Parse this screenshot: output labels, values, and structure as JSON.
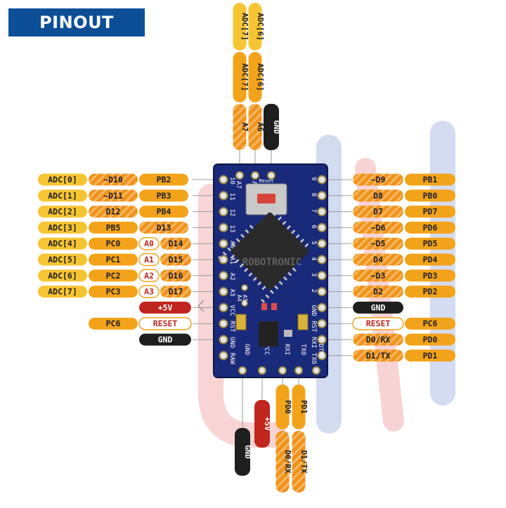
{
  "title": "PINOUT",
  "colors": {
    "orange": "#f3a31a",
    "yellow": "#f7c533",
    "black": "#1e1e1e",
    "red": "#c0251e",
    "board": "#1a2a7a",
    "white": "#ffffff"
  },
  "left_rows": [
    {
      "cells": [
        {
          "t": "ADC[0]",
          "s": "yellow"
        },
        {
          "t": "~D10",
          "s": "hatch"
        },
        {
          "t": "PB2",
          "s": "orange"
        }
      ]
    },
    {
      "cells": [
        {
          "t": "ADC[1]",
          "s": "yellow"
        },
        {
          "t": "~D11",
          "s": "hatch"
        },
        {
          "t": "PB3",
          "s": "orange"
        }
      ]
    },
    {
      "cells": [
        {
          "t": "ADC[2]",
          "s": "yellow"
        },
        {
          "t": "D12",
          "s": "hatch"
        },
        {
          "t": "PB4",
          "s": "orange"
        }
      ]
    },
    {
      "cells": [
        {
          "t": "ADC[3]",
          "s": "yellow"
        },
        {
          "t": "PB5",
          "s": "orange"
        },
        {
          "t": "D13",
          "s": "hatch"
        }
      ]
    },
    {
      "cells": [
        {
          "t": "ADC[4]",
          "s": "yellow"
        },
        {
          "t": "PC0",
          "s": "orange"
        },
        {
          "t": "A0",
          "s": "white"
        },
        {
          "t": "D14",
          "s": "hatch"
        }
      ]
    },
    {
      "cells": [
        {
          "t": "ADC[5]",
          "s": "yellow"
        },
        {
          "t": "PC1",
          "s": "orange"
        },
        {
          "t": "A1",
          "s": "white"
        },
        {
          "t": "D15",
          "s": "hatch"
        }
      ]
    },
    {
      "cells": [
        {
          "t": "ADC[6]",
          "s": "yellow"
        },
        {
          "t": "PC2",
          "s": "orange"
        },
        {
          "t": "A2",
          "s": "white"
        },
        {
          "t": "D16",
          "s": "hatch"
        }
      ]
    },
    {
      "cells": [
        {
          "t": "ADC[7]",
          "s": "yellow"
        },
        {
          "t": "PC3",
          "s": "orange"
        },
        {
          "t": "A3",
          "s": "white"
        },
        {
          "t": "D17",
          "s": "hatch"
        }
      ]
    },
    {
      "cells": [
        {
          "t": "+5V",
          "s": "red"
        }
      ]
    },
    {
      "cells": [
        {
          "t": "PC6",
          "s": "orange"
        },
        {
          "t": "RESET",
          "s": "white"
        }
      ]
    },
    {
      "cells": [
        {
          "t": "GND",
          "s": "black"
        }
      ]
    }
  ],
  "right_rows": [
    {
      "cells": [
        {
          "t": "~D9",
          "s": "hatch"
        },
        {
          "t": "PB1",
          "s": "orange"
        }
      ]
    },
    {
      "cells": [
        {
          "t": "D8",
          "s": "hatch"
        },
        {
          "t": "PB0",
          "s": "orange"
        }
      ]
    },
    {
      "cells": [
        {
          "t": "D7",
          "s": "hatch"
        },
        {
          "t": "PD7",
          "s": "orange"
        }
      ]
    },
    {
      "cells": [
        {
          "t": "~D6",
          "s": "hatch"
        },
        {
          "t": "PD6",
          "s": "orange"
        }
      ]
    },
    {
      "cells": [
        {
          "t": "~D5",
          "s": "hatch"
        },
        {
          "t": "PD5",
          "s": "orange"
        }
      ]
    },
    {
      "cells": [
        {
          "t": "D4",
          "s": "hatch"
        },
        {
          "t": "PD4",
          "s": "orange"
        }
      ]
    },
    {
      "cells": [
        {
          "t": "~D3",
          "s": "hatch"
        },
        {
          "t": "PD3",
          "s": "orange"
        }
      ]
    },
    {
      "cells": [
        {
          "t": "D2",
          "s": "hatch"
        },
        {
          "t": "PD2",
          "s": "orange"
        }
      ]
    },
    {
      "cells": [
        {
          "t": "GND",
          "s": "black"
        }
      ]
    },
    {
      "cells": [
        {
          "t": "RESET",
          "s": "white"
        },
        {
          "t": "PC6",
          "s": "orange"
        }
      ]
    },
    {
      "cells": [
        {
          "t": "D0/RX",
          "s": "hatch"
        },
        {
          "t": "PD0",
          "s": "orange"
        }
      ]
    },
    {
      "cells": [
        {
          "t": "D1/TX",
          "s": "hatch"
        },
        {
          "t": "PD1",
          "s": "orange"
        }
      ]
    }
  ],
  "top_columns": [
    {
      "cells": [
        {
          "t": "ADC[7]",
          "s": "yellow"
        },
        {
          "t": "ADC[7]",
          "s": "orange"
        },
        {
          "t": "A7",
          "s": "hatch"
        }
      ]
    },
    {
      "cells": [
        {
          "t": "ADC[6]",
          "s": "yellow"
        },
        {
          "t": "ADC[6]",
          "s": "orange"
        },
        {
          "t": "A6",
          "s": "hatch"
        }
      ]
    },
    {
      "cells": [
        {
          "t": "GND",
          "s": "black"
        }
      ]
    }
  ],
  "bottom_columns": [
    {
      "cells": [
        {
          "t": "GND",
          "s": "black"
        }
      ]
    },
    {
      "cells": [
        {
          "t": "+5V",
          "s": "red"
        }
      ]
    },
    {
      "cells": [
        {
          "t": "PD0",
          "s": "orange"
        },
        {
          "t": "D0/RX",
          "s": "hatch"
        }
      ]
    },
    {
      "cells": [
        {
          "t": "PD1",
          "s": "orange"
        },
        {
          "t": "D1/TX",
          "s": "hatch"
        }
      ]
    }
  ],
  "board": {
    "left_silk": [
      "10",
      "11",
      "12",
      "13",
      "A0",
      "A1",
      "A2",
      "A3",
      "VCC",
      "RST",
      "GND",
      "RAW"
    ],
    "right_silk": [
      "9",
      "8",
      "7",
      "6",
      "5",
      "4",
      "3",
      "2",
      "GND",
      "RST",
      "RXI",
      "TXO"
    ],
    "top_silk": [
      "A7",
      "A6"
    ],
    "bottom_silk": [
      "GND",
      "VCC",
      "RXI",
      "TXO",
      "DTR"
    ],
    "inner_silk": [
      "A4",
      "A5"
    ],
    "reset_label": "Reset",
    "watermark": "ROBOTRONIC"
  }
}
